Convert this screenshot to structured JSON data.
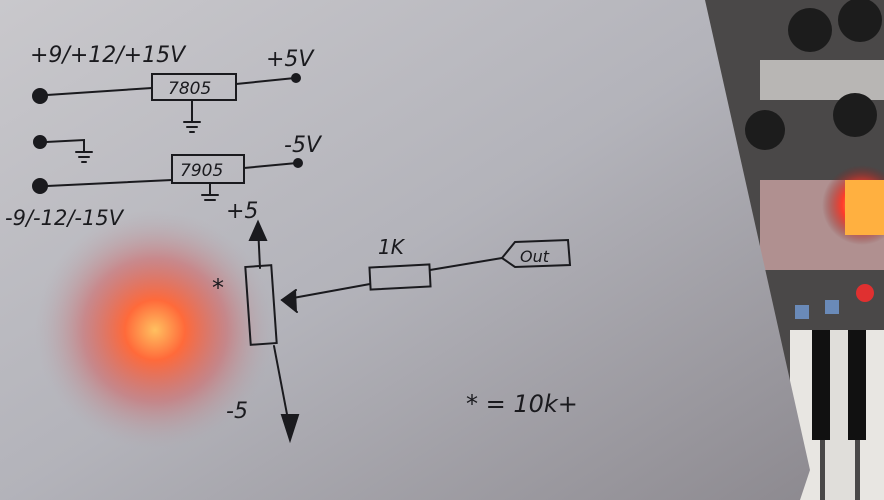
{
  "schematic": {
    "pos_input": "+9/+12/+15V",
    "pos_regulator": "7805",
    "pos_output": "+5V",
    "neg_regulator": "7905",
    "neg_output": "-5V",
    "neg_input": "-9/-12/-15V",
    "pot_top": "+5",
    "pot_bottom": "-5",
    "pot_marker": "*",
    "resistor": "1K",
    "output_label": "Out",
    "footnote": "* = 10k+"
  },
  "colors": {
    "led": "#ff3b2a",
    "ink": "#1a1a1e",
    "paper": "#b8b9bf"
  }
}
